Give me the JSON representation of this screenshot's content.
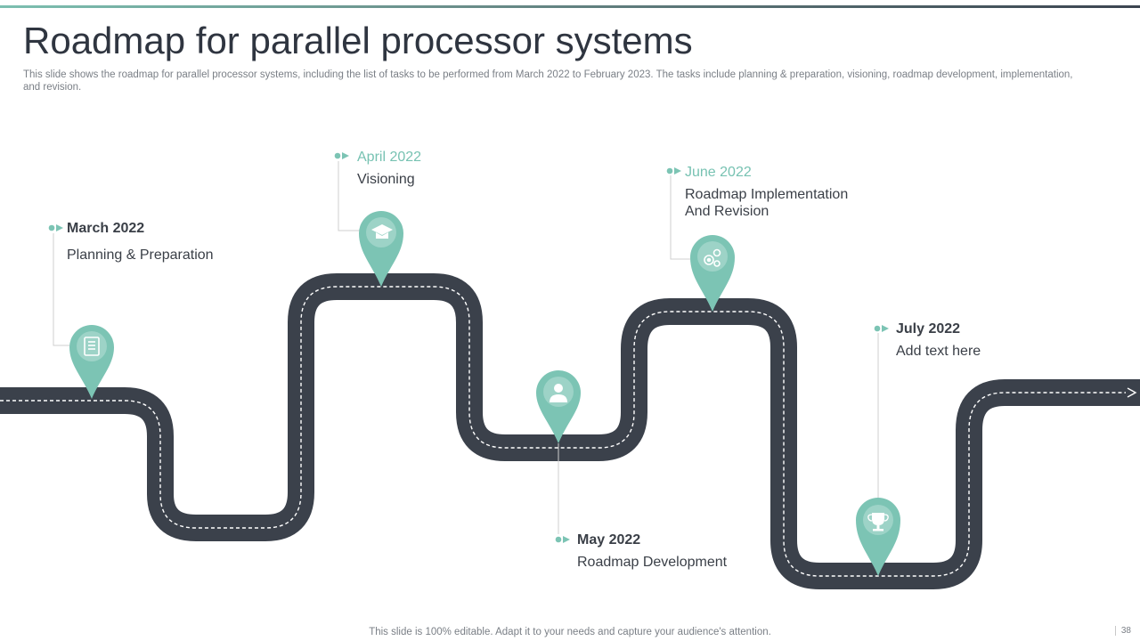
{
  "slide": {
    "title": "Roadmap for parallel processor systems",
    "subtitle": "This slide shows the roadmap for parallel processor systems, including the list of tasks to be performed from March 2022 to February 2023. The tasks include planning & preparation, visioning, roadmap development, implementation, and revision.",
    "footer": "This slide is 100% editable. Adapt it to your needs and capture your audience's attention.",
    "page_number": "38"
  },
  "colors": {
    "road": "#3b414b",
    "accent": "#7cc4b4",
    "text": "#3a3f47",
    "muted": "#7a7f86"
  },
  "milestones": [
    {
      "date": "March 2022",
      "task": "Planning & Preparation",
      "icon": "document-icon"
    },
    {
      "date": "April 2022",
      "task": "Visioning",
      "icon": "graduation-cap-icon"
    },
    {
      "date": "May 2022",
      "task": "Roadmap Development",
      "icon": "user-icon"
    },
    {
      "date": "June 2022",
      "task_line1": "Roadmap Implementation",
      "task_line2": "And Revision",
      "icon": "gears-icon"
    },
    {
      "date": "July 2022",
      "task": "Add text here",
      "icon": "trophy-icon"
    }
  ]
}
